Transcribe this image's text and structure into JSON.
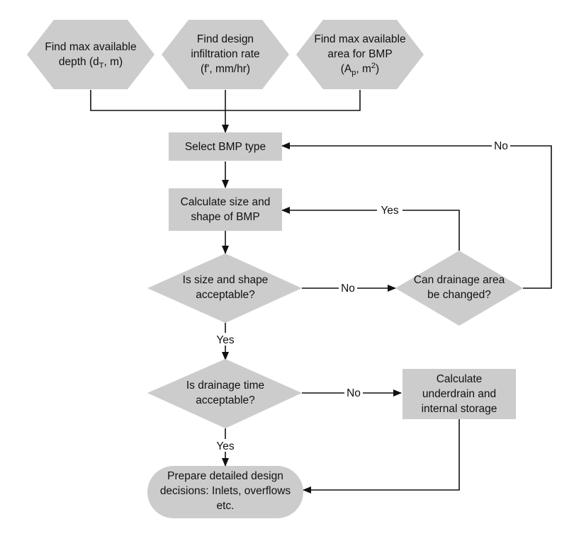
{
  "colors": {
    "shape_fill": "#cccccc",
    "line": "#111111",
    "background": "#ffffff"
  },
  "nodes": {
    "find_depth": {
      "shape": "hexagon",
      "lines": [
        "Find max available",
        "depth (dT, m)"
      ]
    },
    "find_rate": {
      "shape": "hexagon",
      "lines": [
        "Find design",
        "infiltration rate",
        "(f', mm/hr)"
      ]
    },
    "find_area": {
      "shape": "hexagon",
      "lines": [
        "Find max available",
        "area for BMP",
        "(Ap, m2)"
      ]
    },
    "select_bmp": {
      "shape": "rectangle",
      "lines": [
        "Select BMP type"
      ]
    },
    "calc_size": {
      "shape": "rectangle",
      "lines": [
        "Calculate size and",
        "shape of BMP"
      ]
    },
    "size_ok": {
      "shape": "diamond",
      "lines": [
        "Is size and shape",
        "acceptable?"
      ]
    },
    "change_area": {
      "shape": "diamond",
      "lines": [
        "Can drainage area",
        "be changed?"
      ]
    },
    "drain_ok": {
      "shape": "diamond",
      "lines": [
        "Is drainage time",
        "acceptable?"
      ]
    },
    "calc_underdrain": {
      "shape": "rectangle",
      "lines": [
        "Calculate",
        "underdrain and",
        "internal storage"
      ]
    },
    "prepare": {
      "shape": "terminal",
      "lines": [
        "Prepare detailed design",
        "decisions: Inlets, overflows",
        "etc."
      ]
    }
  },
  "edge_labels": {
    "size_no": "No",
    "size_yes": "Yes",
    "change_yes": "Yes",
    "change_no": "No",
    "drain_no": "No",
    "drain_yes": "Yes"
  }
}
